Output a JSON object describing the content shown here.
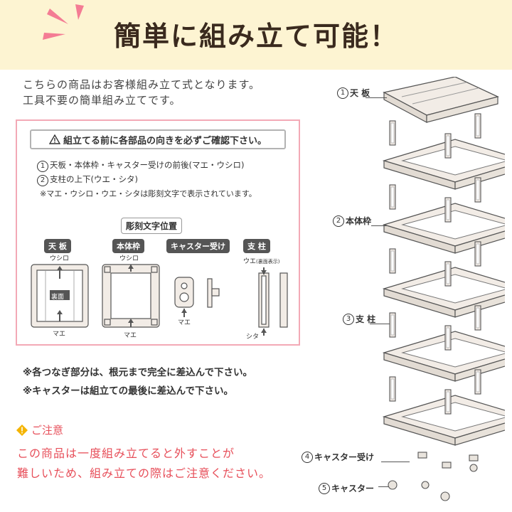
{
  "header": {
    "title": "簡単に組み立て可能！"
  },
  "intro": {
    "line1": "こちらの商品はお客様組み立て式となります。",
    "line2": "工具不要の簡単組み立てです。"
  },
  "check_box": {
    "warning": "組立てる前に各部品の向きを必ずご確認下さい。",
    "item1_num": "1",
    "item1": "天板・本体枠・キャスター受けの前後(マエ・ウシロ)",
    "item2_num": "2",
    "item2": "支柱の上下(ウエ・シタ)",
    "note": "※マエ・ウシロ・ウエ・シタは彫刻文字で表示されています。",
    "engrave_title": "彫刻文字位置",
    "parts": [
      {
        "name": "天 板",
        "top": "ウシロ",
        "middle": "裏面",
        "bottom": "マエ"
      },
      {
        "name": "本体枠",
        "top": "ウシロ",
        "bottom": "マエ"
      },
      {
        "name": "キャスター受け",
        "bottom": "マエ"
      },
      {
        "name": "支 柱",
        "top": "ウエ",
        "top_note": "(裏面表示)",
        "bottom": "シタ"
      }
    ]
  },
  "notes": [
    "※各つなぎ部分は、根元まで完全に差込んで下さい。",
    "※キャスターは組立ての最後に差込んで下さい。"
  ],
  "caution": {
    "heading": "ご注意",
    "line1": "この商品は一度組み立てると外すことが",
    "line2": "難しいため、組み立ての際はご注意ください。"
  },
  "diagram_labels": [
    {
      "num": "1",
      "text": "天 板"
    },
    {
      "num": "2",
      "text": "本体枠"
    },
    {
      "num": "3",
      "text": "支 柱"
    },
    {
      "num": "4",
      "text": "キャスター受け"
    },
    {
      "num": "5",
      "text": "キャスター"
    }
  ],
  "colors": {
    "header_bg": "#fdf4d2",
    "burst": "#f47c94",
    "box_border": "#f3a9b6",
    "caution": "#e74f5a",
    "title": "#3a2a1e"
  }
}
